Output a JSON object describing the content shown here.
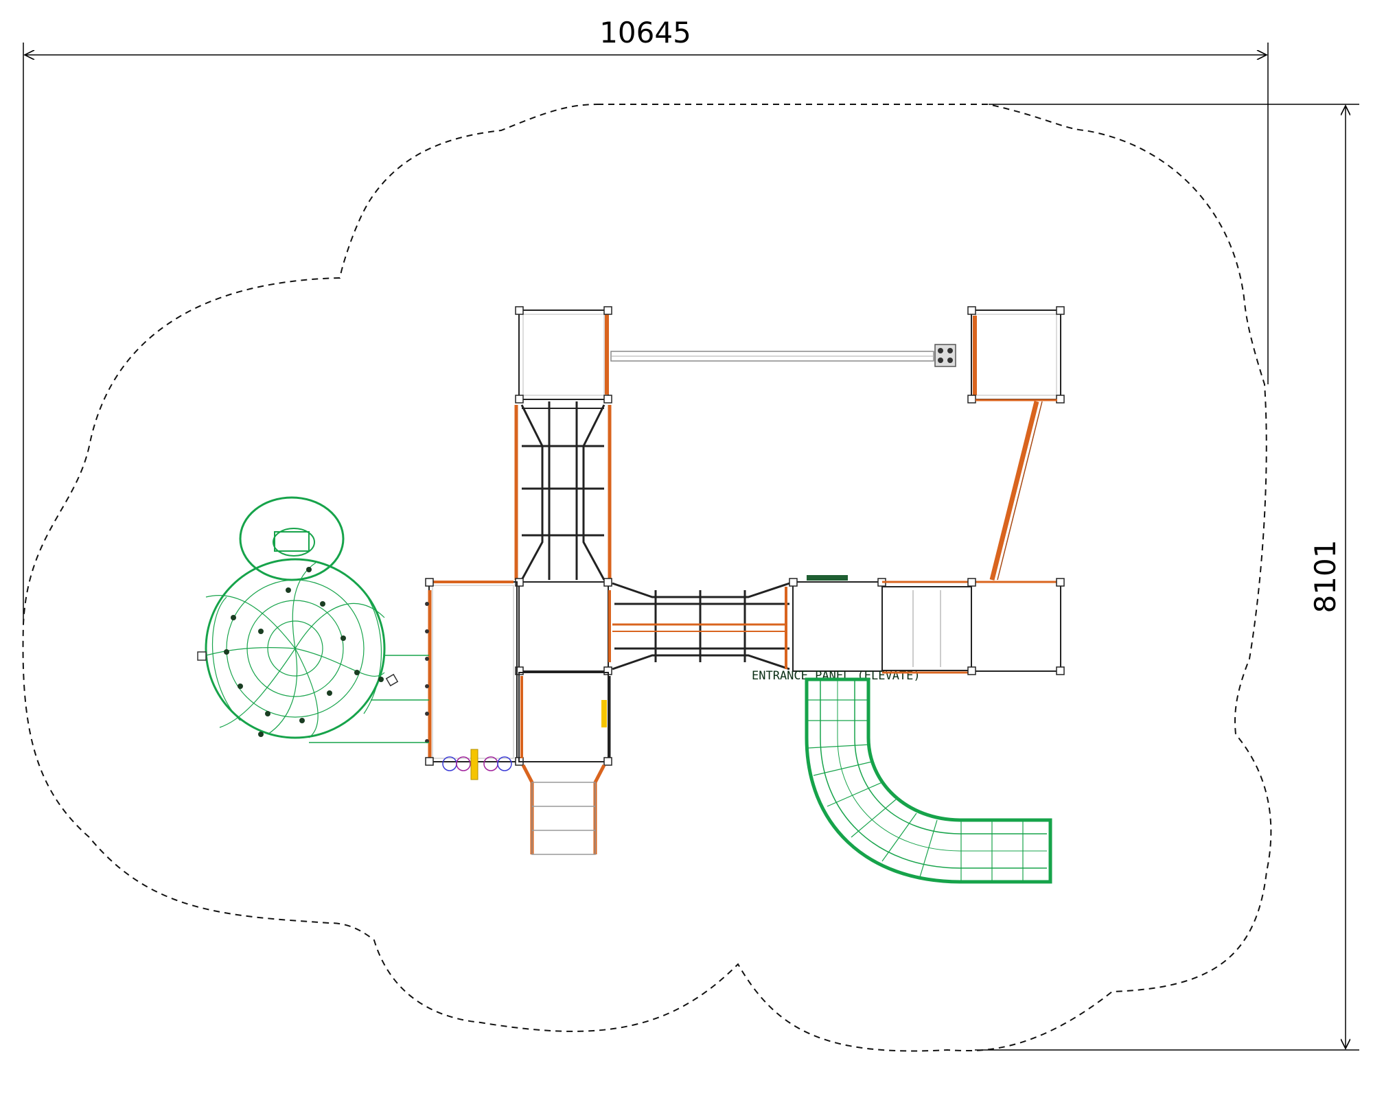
{
  "drawing": {
    "width_label": "10645",
    "height_label": "8101",
    "entrance_note": "ENTRANCE PANEL (ELEVATE)"
  },
  "colors": {
    "frame": "#222222",
    "orange": "#d9641e",
    "green": "#16a34a",
    "dark_green": "#1f5f32",
    "yellow": "#f5c400",
    "grey": "#8a8a8a",
    "boundary": "#111111"
  }
}
